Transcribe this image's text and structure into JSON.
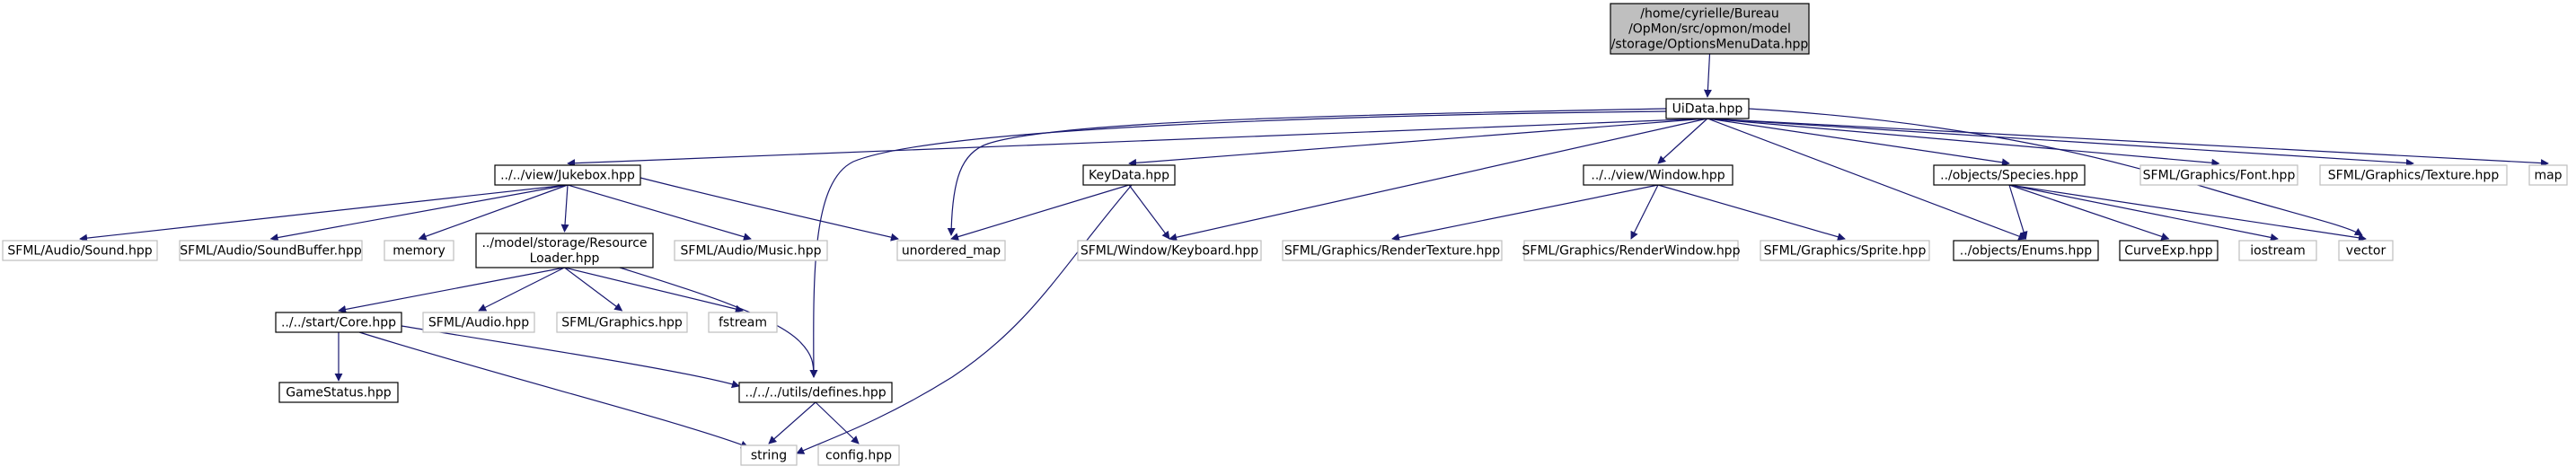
{
  "graph": {
    "root": "OptionsMenuData",
    "colors": {
      "edge": "#191970",
      "root_fill": "#bfbfbf",
      "external_border": "#bfbfbf",
      "internal_border": "#000000"
    },
    "nodes": [
      {
        "id": "OptionsMenuData",
        "lines": [
          "/home/cyrielle/Bureau",
          "/OpMon/src/opmon/model",
          "/storage/OptionsMenuData.hpp"
        ],
        "style": "root"
      },
      {
        "id": "UiData",
        "lines": [
          "UiData.hpp"
        ],
        "style": "internal"
      },
      {
        "id": "Jukebox",
        "lines": [
          "../../view/Jukebox.hpp"
        ],
        "style": "internal"
      },
      {
        "id": "unordered_map",
        "lines": [
          "unordered_map"
        ],
        "style": "external"
      },
      {
        "id": "defines",
        "lines": [
          "../../../utils/defines.hpp"
        ],
        "style": "internal"
      },
      {
        "id": "KeyData",
        "lines": [
          "KeyData.hpp"
        ],
        "style": "internal"
      },
      {
        "id": "Keyboard",
        "lines": [
          "SFML/Window/Keyboard.hpp"
        ],
        "style": "external"
      },
      {
        "id": "Window",
        "lines": [
          "../../view/Window.hpp"
        ],
        "style": "internal"
      },
      {
        "id": "Enums",
        "lines": [
          "../objects/Enums.hpp"
        ],
        "style": "internal"
      },
      {
        "id": "Species",
        "lines": [
          "../objects/Species.hpp"
        ],
        "style": "internal"
      },
      {
        "id": "Font",
        "lines": [
          "SFML/Graphics/Font.hpp"
        ],
        "style": "external"
      },
      {
        "id": "Texture",
        "lines": [
          "SFML/Graphics/Texture.hpp"
        ],
        "style": "external"
      },
      {
        "id": "map",
        "lines": [
          "map"
        ],
        "style": "external"
      },
      {
        "id": "vector",
        "lines": [
          "vector"
        ],
        "style": "external"
      },
      {
        "id": "Sound",
        "lines": [
          "SFML/Audio/Sound.hpp"
        ],
        "style": "external"
      },
      {
        "id": "SoundBuffer",
        "lines": [
          "SFML/Audio/SoundBuffer.hpp"
        ],
        "style": "external"
      },
      {
        "id": "memory",
        "lines": [
          "memory"
        ],
        "style": "external"
      },
      {
        "id": "ResourceLoader",
        "lines": [
          "../model/storage/Resource",
          "Loader.hpp"
        ],
        "style": "internal"
      },
      {
        "id": "Music",
        "lines": [
          "SFML/Audio/Music.hpp"
        ],
        "style": "external"
      },
      {
        "id": "Core",
        "lines": [
          "../../start/Core.hpp"
        ],
        "style": "internal"
      },
      {
        "id": "Audio",
        "lines": [
          "SFML/Audio.hpp"
        ],
        "style": "external"
      },
      {
        "id": "Graphics",
        "lines": [
          "SFML/Graphics.hpp"
        ],
        "style": "external"
      },
      {
        "id": "fstream",
        "lines": [
          "fstream"
        ],
        "style": "external"
      },
      {
        "id": "GameStatus",
        "lines": [
          "GameStatus.hpp"
        ],
        "style": "internal"
      },
      {
        "id": "string",
        "lines": [
          "string"
        ],
        "style": "external"
      },
      {
        "id": "config",
        "lines": [
          "config.hpp"
        ],
        "style": "external"
      },
      {
        "id": "RenderTexture",
        "lines": [
          "SFML/Graphics/RenderTexture.hpp"
        ],
        "style": "external"
      },
      {
        "id": "RenderWindow",
        "lines": [
          "SFML/Graphics/RenderWindow.hpp"
        ],
        "style": "external"
      },
      {
        "id": "Sprite",
        "lines": [
          "SFML/Graphics/Sprite.hpp"
        ],
        "style": "external"
      },
      {
        "id": "CurveExp",
        "lines": [
          "CurveExp.hpp"
        ],
        "style": "internal"
      },
      {
        "id": "iostream",
        "lines": [
          "iostream"
        ],
        "style": "external"
      }
    ],
    "edges": [
      [
        "OptionsMenuData",
        "UiData"
      ],
      [
        "UiData",
        "Jukebox"
      ],
      [
        "UiData",
        "unordered_map"
      ],
      [
        "UiData",
        "defines"
      ],
      [
        "UiData",
        "KeyData"
      ],
      [
        "UiData",
        "Keyboard"
      ],
      [
        "UiData",
        "Window"
      ],
      [
        "UiData",
        "Enums"
      ],
      [
        "UiData",
        "Species"
      ],
      [
        "UiData",
        "Font"
      ],
      [
        "UiData",
        "Texture"
      ],
      [
        "UiData",
        "map"
      ],
      [
        "UiData",
        "vector"
      ],
      [
        "Jukebox",
        "Sound"
      ],
      [
        "Jukebox",
        "SoundBuffer"
      ],
      [
        "Jukebox",
        "memory"
      ],
      [
        "Jukebox",
        "ResourceLoader"
      ],
      [
        "Jukebox",
        "Music"
      ],
      [
        "Jukebox",
        "unordered_map"
      ],
      [
        "ResourceLoader",
        "Core"
      ],
      [
        "ResourceLoader",
        "Audio"
      ],
      [
        "ResourceLoader",
        "Graphics"
      ],
      [
        "ResourceLoader",
        "fstream"
      ],
      [
        "ResourceLoader",
        "defines"
      ],
      [
        "Core",
        "GameStatus"
      ],
      [
        "Core",
        "defines"
      ],
      [
        "Core",
        "string"
      ],
      [
        "defines",
        "string"
      ],
      [
        "defines",
        "config"
      ],
      [
        "KeyData",
        "unordered_map"
      ],
      [
        "KeyData",
        "Keyboard"
      ],
      [
        "KeyData",
        "string"
      ],
      [
        "Window",
        "RenderTexture"
      ],
      [
        "Window",
        "RenderWindow"
      ],
      [
        "Window",
        "Sprite"
      ],
      [
        "Species",
        "Enums"
      ],
      [
        "Species",
        "CurveExp"
      ],
      [
        "Species",
        "iostream"
      ],
      [
        "Species",
        "vector"
      ]
    ]
  }
}
